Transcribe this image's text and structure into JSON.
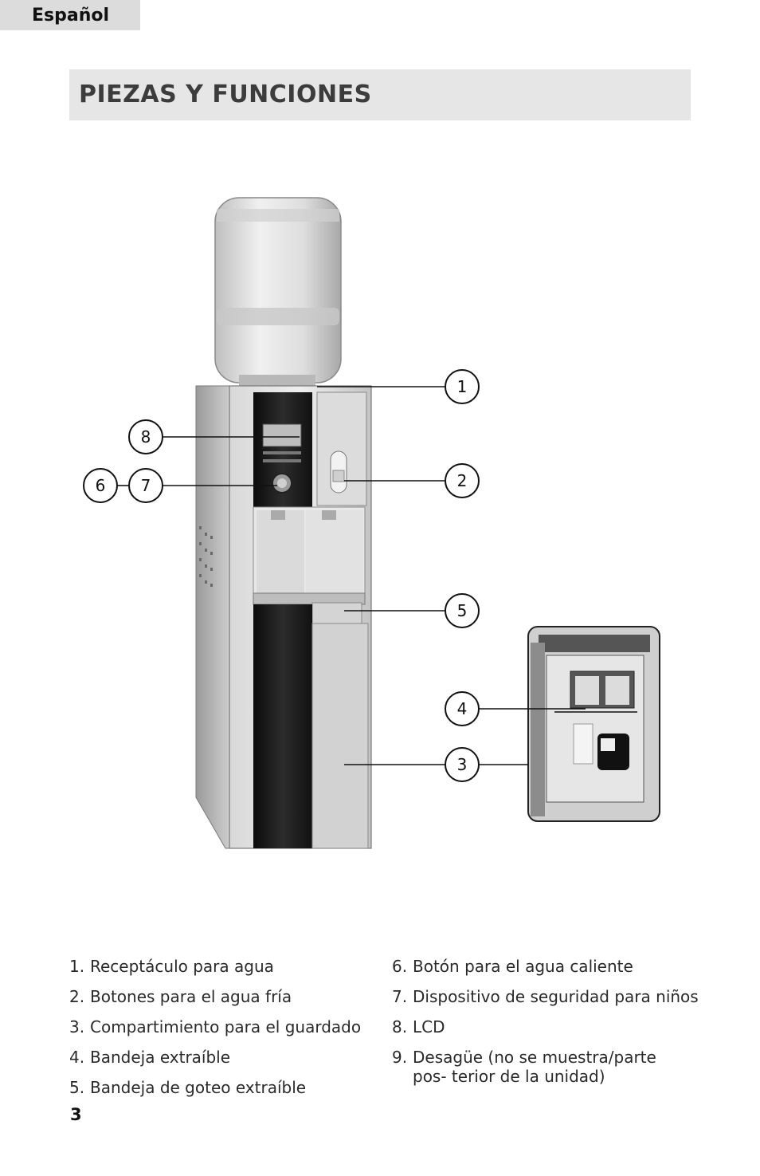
{
  "header": {
    "language_tab": "Español"
  },
  "section": {
    "title": "PIEZAS Y FUNCIONES"
  },
  "callouts": {
    "c1": "1",
    "c2": "2",
    "c3": "3",
    "c4": "4",
    "c5": "5",
    "c6": "6",
    "c7": "7",
    "c8": "8"
  },
  "parts_left": [
    {
      "num": "1.",
      "label": "Receptáculo para agua"
    },
    {
      "num": "2.",
      "label": "Botones para el agua fría"
    },
    {
      "num": "3.",
      "label": "Compartimiento para el guardado"
    },
    {
      "num": "4.",
      "label": "Bandeja extraíble"
    },
    {
      "num": "5.",
      "label": "Bandeja de goteo extraíble"
    }
  ],
  "parts_right": [
    {
      "num": "6.",
      "label": "Botón para el agua caliente"
    },
    {
      "num": "7.",
      "label": "Dispositivo de seguridad para niños"
    },
    {
      "num": "8.",
      "label": "LCD"
    },
    {
      "num": "9.",
      "label": "Desagüe (no se muestra/parte pos- terior de la unidad)"
    }
  ],
  "footer": {
    "page_number": "3"
  }
}
